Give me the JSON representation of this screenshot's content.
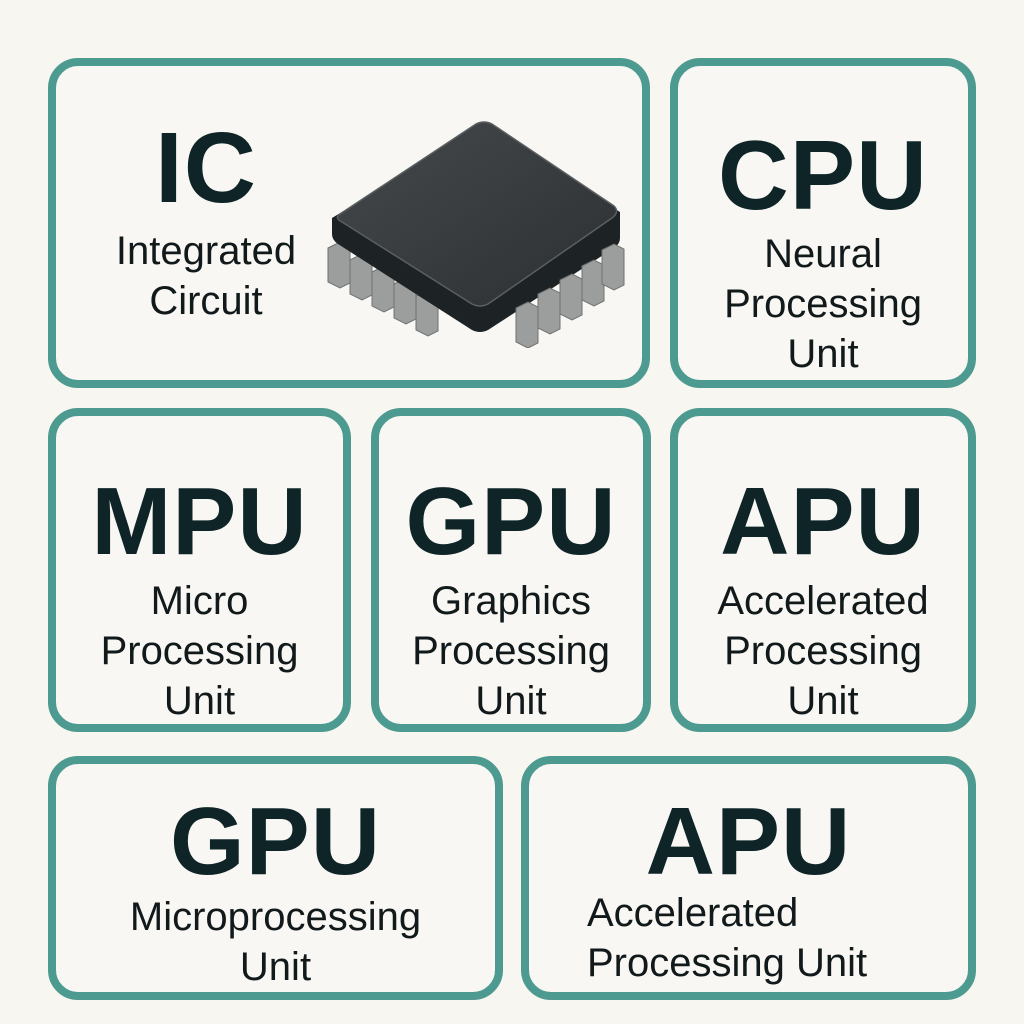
{
  "colors": {
    "background": "#f7f6f1",
    "card_border": "#4d9a90",
    "card_fill": "#f8f7f3",
    "text": "#0e2427",
    "chip_body": "#2f3335",
    "chip_pins": "#9a9c9c"
  },
  "cards": [
    {
      "id": "ic",
      "abbr": "IC",
      "desc": [
        "Integrated",
        "Circuit"
      ],
      "icon": "microchip-icon"
    },
    {
      "id": "cpu",
      "abbr": "CPU",
      "desc": [
        "Neural",
        "Processing",
        "Unit"
      ]
    },
    {
      "id": "mpu",
      "abbr": "MPU",
      "desc": [
        "Micro",
        "Processing",
        "Unit"
      ]
    },
    {
      "id": "gpu1",
      "abbr": "GPU",
      "desc": [
        "Graphics",
        "Processing",
        "Unit"
      ]
    },
    {
      "id": "apu1",
      "abbr": "APU",
      "desc": [
        "Accelerated",
        "Processing",
        "Unit"
      ]
    },
    {
      "id": "gpu2",
      "abbr": "GPU",
      "desc": [
        "Microprocessing",
        "Unit"
      ]
    },
    {
      "id": "apu2",
      "abbr": "APU",
      "desc": [
        "Accelerated",
        "Processing Unit"
      ]
    }
  ]
}
